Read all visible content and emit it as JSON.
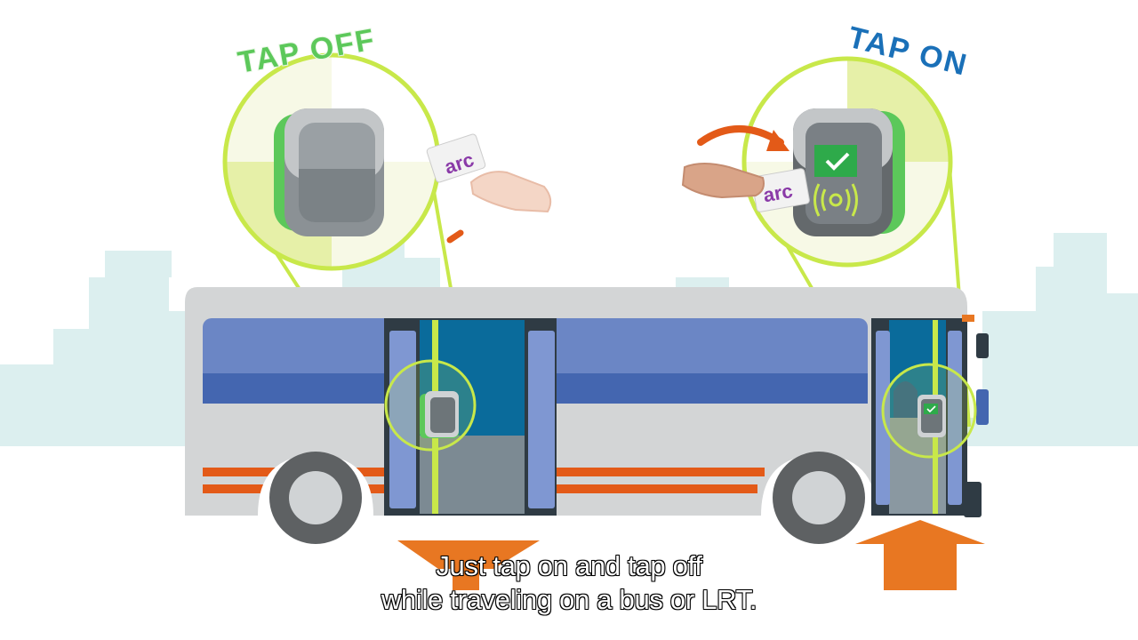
{
  "labels": {
    "tap_off": "TAP OFF",
    "tap_on": "TAP ON"
  },
  "card_brand": "arc",
  "subtitle": {
    "line1": "Just tap on and tap off",
    "line2": "while traveling on a bus or LRT."
  },
  "colors": {
    "tap_off_label": "#5cc85a",
    "tap_on_label": "#1a70b8",
    "callout_ring": "#c8e84a",
    "bus_body": "#d3d5d6",
    "bus_stripe_blue": "#4466b0",
    "bus_stripe_orange": "#e35a18",
    "arrow_orange": "#e87722",
    "city_skyline": "#dcefef"
  },
  "icons": [
    "hand-icon",
    "checkmark-icon",
    "contactless-icon",
    "arrow-down-icon",
    "arrow-up-icon",
    "curved-arrow-icon"
  ]
}
